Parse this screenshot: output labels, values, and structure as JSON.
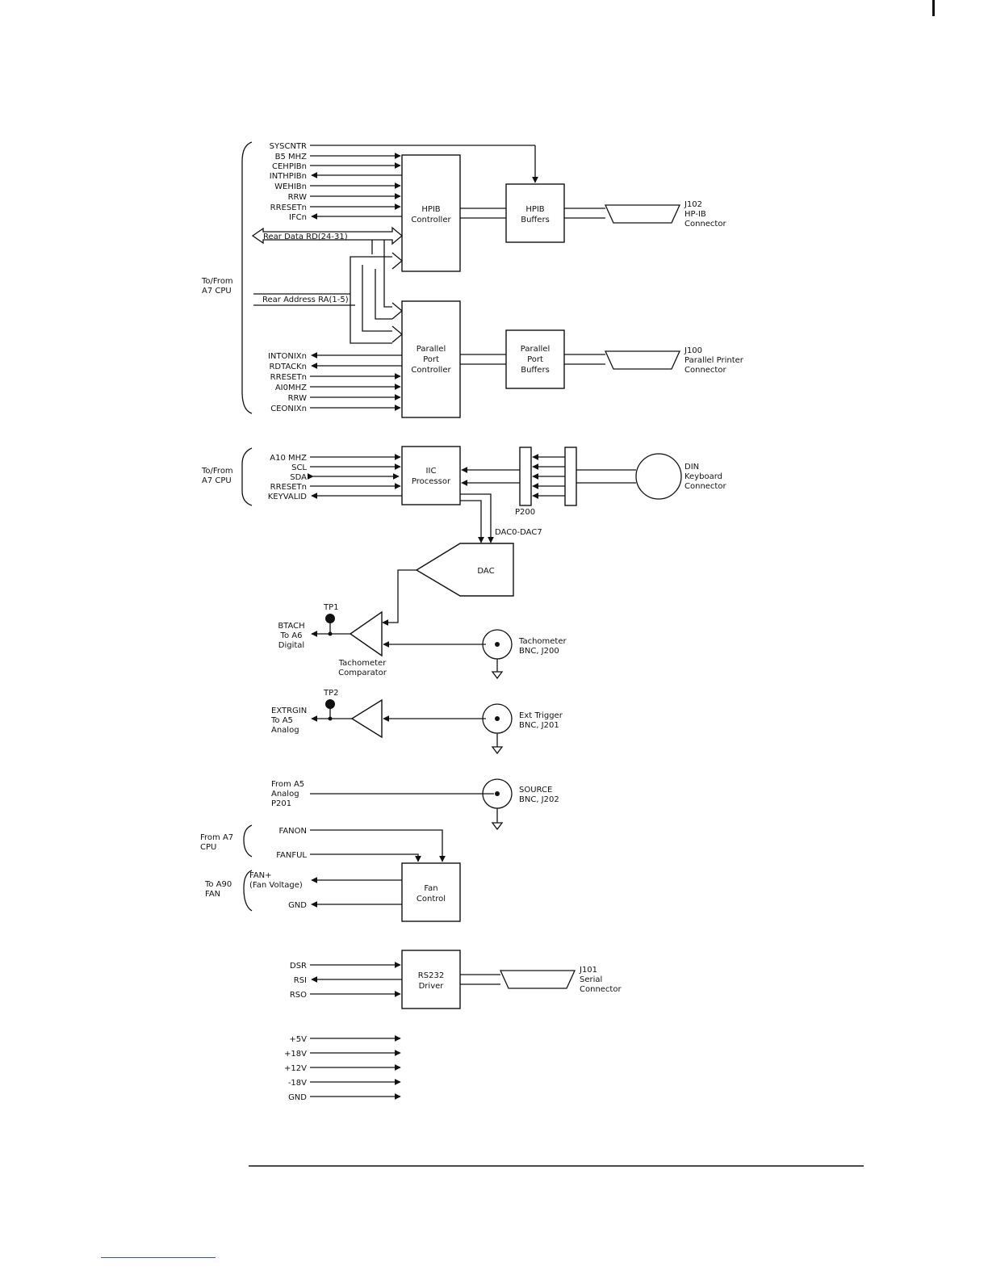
{
  "blocks": {
    "hpib_controller": [
      "HPIB",
      "Controller"
    ],
    "hpib_buffers": [
      "HPIB",
      "Buffers"
    ],
    "parallel_controller": [
      "Parallel",
      "Port",
      "Controller"
    ],
    "parallel_buffers": [
      "Parallel",
      "Port",
      "Buffers"
    ],
    "iic_processor": [
      "IIC",
      "Processor"
    ],
    "dac": "DAC",
    "fan_control": [
      "Fan",
      "Control"
    ],
    "rs232_driver": [
      "RS232",
      "Driver"
    ]
  },
  "connectors": {
    "j102": [
      "J102",
      "HP-IB",
      "Connector"
    ],
    "j100": [
      "J100",
      "Parallel Printer",
      "Connector"
    ],
    "din": [
      "DIN",
      "Keyboard",
      "Connector"
    ],
    "tach_bnc": [
      "Tachometer",
      "BNC, J200"
    ],
    "ext_trigger_bnc": [
      "Ext Trigger",
      "BNC, J201"
    ],
    "source_bnc": [
      "SOURCE",
      "BNC, J202"
    ],
    "j101": [
      "J101",
      "Serial",
      "Connector"
    ],
    "p200": "P200"
  },
  "groups": {
    "to_from_a7_cpu_1": [
      "To/From",
      "A7 CPU"
    ],
    "to_from_a7_cpu_2": [
      "To/From",
      "A7 CPU"
    ],
    "from_a7_cpu": [
      "From A7",
      "CPU"
    ],
    "to_a90_fan": [
      "To A90",
      "FAN"
    ]
  },
  "hpib_signals": [
    "SYSCNTR",
    "B5 MHZ",
    "CEHPIBn",
    "INTHPIBn",
    "WEHIBn",
    "RRW",
    "RRESETn",
    "IFCn"
  ],
  "bus_labels": {
    "data": "Rear Data RD(24-31)",
    "address": "Rear Address RA(1-5)",
    "dac_bus": "DAC0-DAC7"
  },
  "parallel_signals": [
    "INTONIXn",
    "RDTACKn",
    "RRESETn",
    "AI0MHZ",
    "RRW",
    "CEONIXn"
  ],
  "iic_signals": [
    "A10 MHZ",
    "SCL",
    "SDA",
    "RRESETn",
    "KEYVALID"
  ],
  "tach": {
    "tp": "TP1",
    "out": [
      "BTACH",
      "To A6",
      "Digital"
    ],
    "comparator": [
      "Tachometer",
      "Comparator"
    ]
  },
  "trigger": {
    "tp": "TP2",
    "out": [
      "EXTRGIN",
      "To A5",
      "Analog"
    ]
  },
  "source_in": [
    "From A5",
    "Analog",
    "P201"
  ],
  "fan_signals": {
    "fanon": "FANON",
    "fanful": "FANFUL",
    "fan_plus": [
      "FAN+",
      "(Fan Voltage)"
    ],
    "gnd": "GND"
  },
  "serial_signals": [
    "DSR",
    "RSI",
    "RSO"
  ],
  "power_rails": [
    "+5V",
    "+18V",
    "+12V",
    "-18V",
    "GND"
  ]
}
